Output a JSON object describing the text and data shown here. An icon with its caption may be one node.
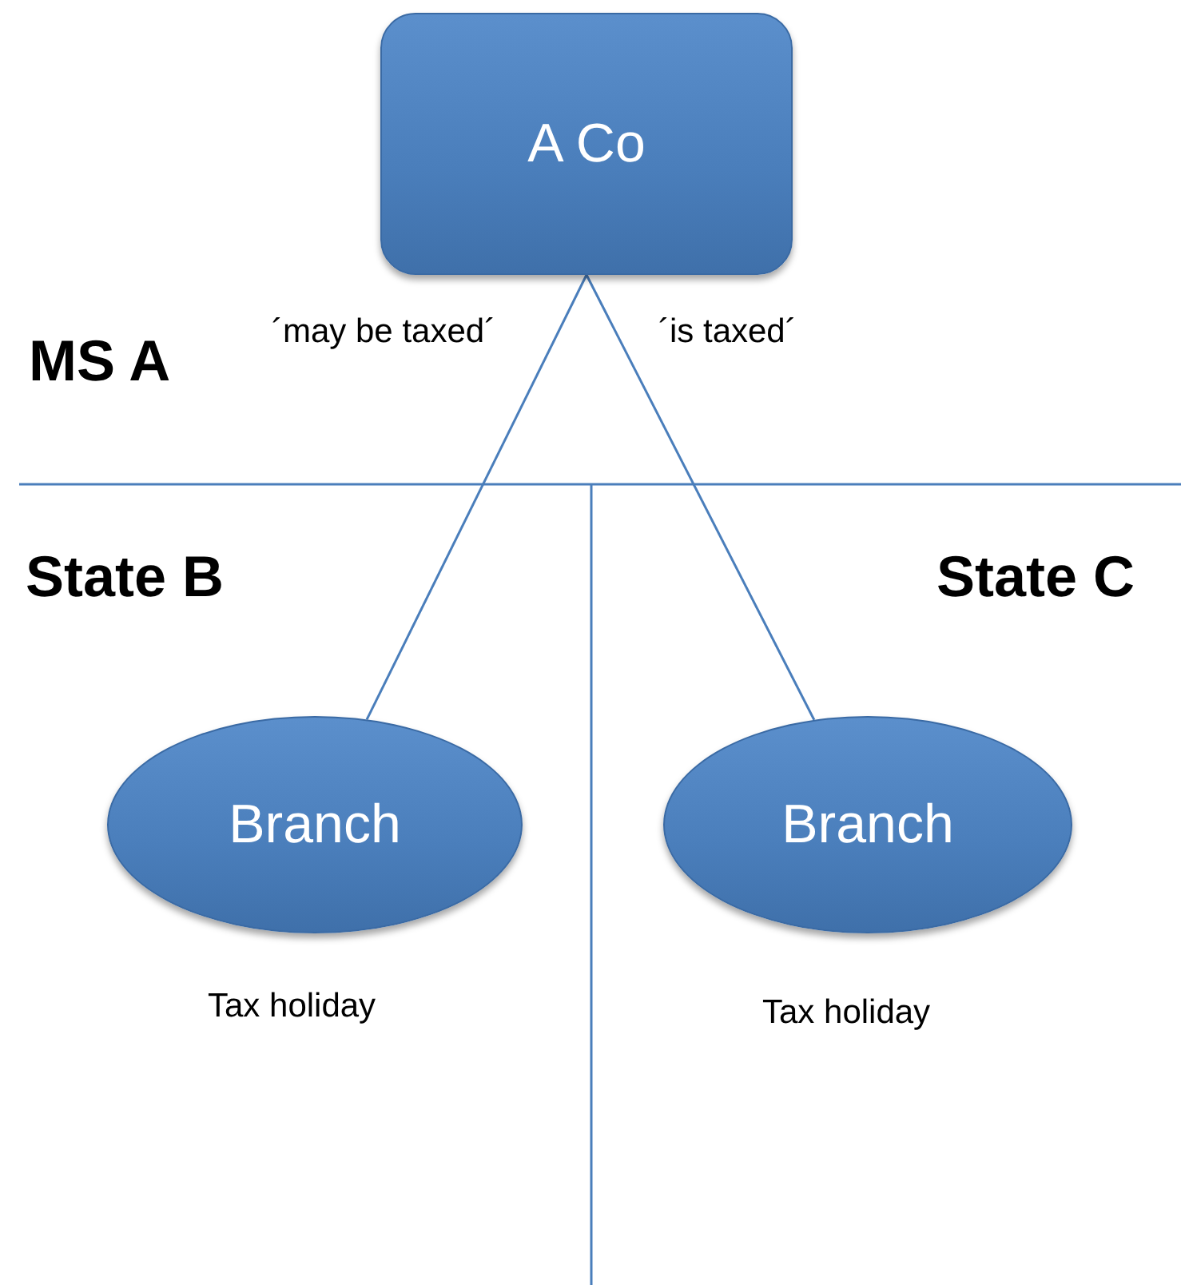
{
  "diagram": {
    "nodes": [
      {
        "text": [
          "A Co"
        ]
      },
      {
        "text": [
          "Branch"
        ],
        "beside": [
          "Tax holiday"
        ]
      },
      {
        "text": [
          "Branch"
        ],
        "beside": [
          "Tax holiday"
        ]
      }
    ],
    "edges": [
      {
        "from": 0,
        "to": 1,
        "arrow": "none",
        "label": "´may be taxed´"
      },
      {
        "from": 0,
        "to": 2,
        "arrow": "none",
        "label": "´is taxed´"
      }
    ],
    "labels": [
      "MS A",
      "State B",
      "State C"
    ]
  }
}
